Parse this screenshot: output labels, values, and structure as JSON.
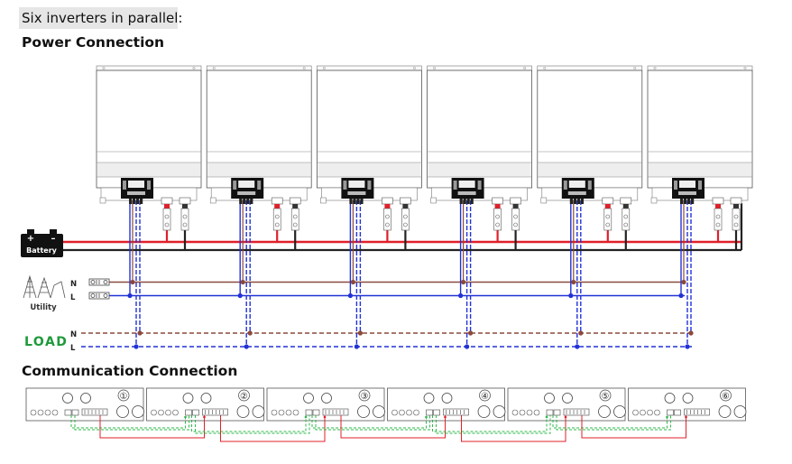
{
  "header": {
    "title": "Six inverters in parallel:",
    "power_heading": "Power Connection",
    "comm_heading": "Communication Connection"
  },
  "labels": {
    "battery": "Battery",
    "battery_plus": "+",
    "battery_minus": "–",
    "utility": "Utility",
    "load": "LOAD",
    "neutral": "N",
    "line": "L"
  },
  "units": [
    "①",
    "②",
    "③",
    "④",
    "⑤",
    "⑥"
  ],
  "colors": {
    "battery_positive": "#e0202a",
    "battery_negative": "#222222",
    "neutral": "#8b4a3c",
    "line": "#2232d6",
    "load_accent": "#1f9a3a",
    "comm_green": "#2eb84a",
    "comm_red": "#e0202a"
  }
}
